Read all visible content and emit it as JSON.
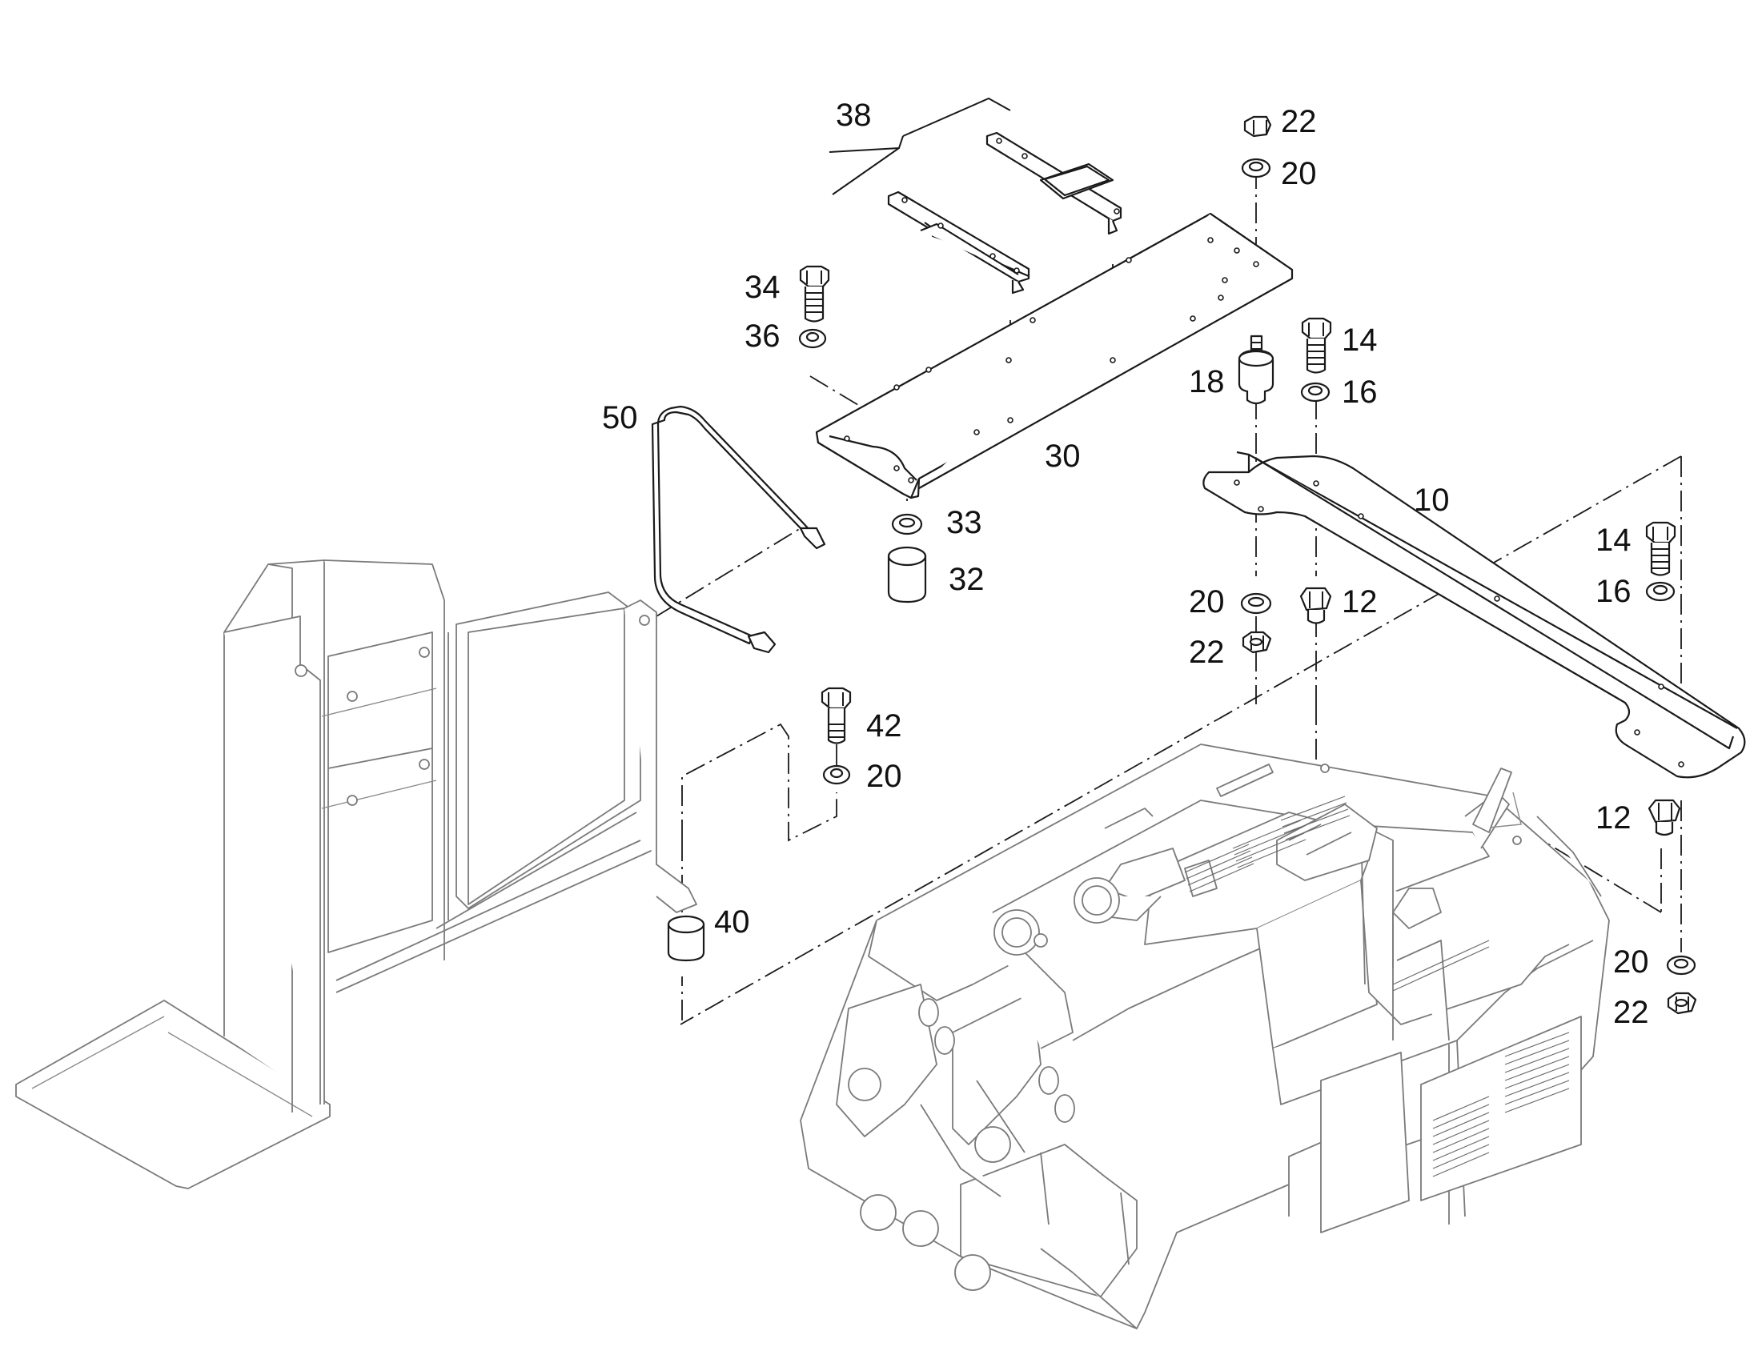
{
  "callouts": [
    {
      "id": "c38",
      "label": "38"
    },
    {
      "id": "c22a",
      "label": "22"
    },
    {
      "id": "c20a",
      "label": "20"
    },
    {
      "id": "c34",
      "label": "34"
    },
    {
      "id": "c36",
      "label": "36"
    },
    {
      "id": "c14a",
      "label": "14"
    },
    {
      "id": "c18",
      "label": "18"
    },
    {
      "id": "c16a",
      "label": "16"
    },
    {
      "id": "c50",
      "label": "50"
    },
    {
      "id": "c30",
      "label": "30"
    },
    {
      "id": "c10",
      "label": "10"
    },
    {
      "id": "c33",
      "label": "33"
    },
    {
      "id": "c14b",
      "label": "14"
    },
    {
      "id": "c32",
      "label": "32"
    },
    {
      "id": "c16b",
      "label": "16"
    },
    {
      "id": "c20b",
      "label": "20"
    },
    {
      "id": "c12a",
      "label": "12"
    },
    {
      "id": "c22b",
      "label": "22"
    },
    {
      "id": "c42",
      "label": "42"
    },
    {
      "id": "c20c",
      "label": "20"
    },
    {
      "id": "c12b",
      "label": "12"
    },
    {
      "id": "c40",
      "label": "40"
    },
    {
      "id": "c20d",
      "label": "20"
    },
    {
      "id": "c22c",
      "label": "22"
    }
  ]
}
